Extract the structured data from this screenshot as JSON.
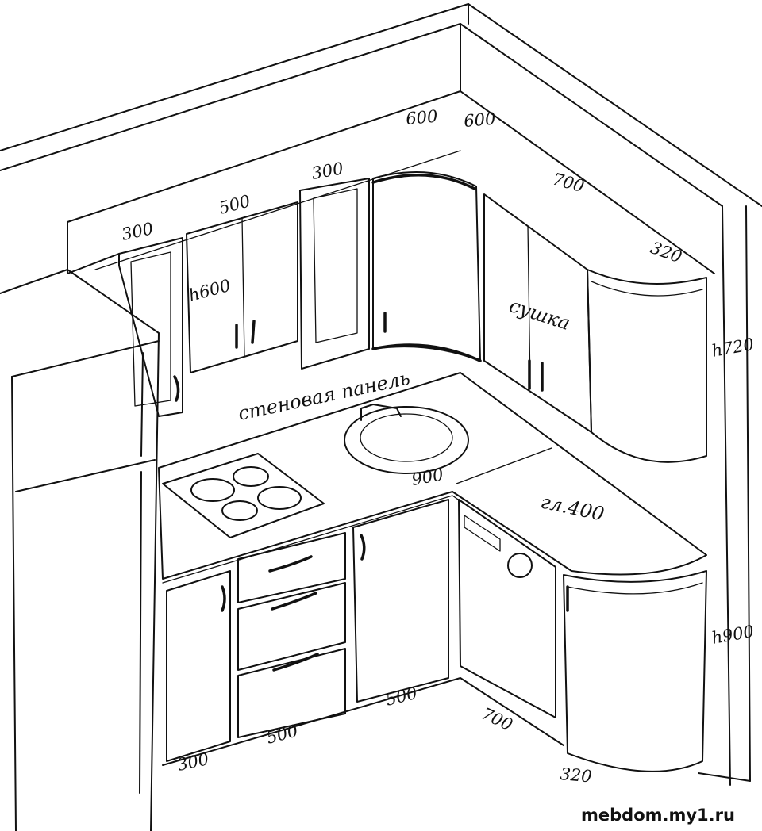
{
  "labels": {
    "panel": "стеновая панель",
    "dryer": "сушка",
    "countertop": "гл.400",
    "upper_height": "h720",
    "lower_height": "h900",
    "upper_cab_height": "h600"
  },
  "dimensions": {
    "up_left": "300",
    "up_mid": "500",
    "up_door": "300",
    "corner_a": "600",
    "corner_b": "600",
    "up_right": "700",
    "up_end": "320",
    "sink": "900",
    "low_left": "300",
    "low_drawers": "500",
    "low_right": "500",
    "low_dish": "700",
    "low_end": "320"
  },
  "watermark": "mebdom.my1.ru",
  "colors": {
    "ink": "#111111",
    "paper": "#ffffff"
  }
}
